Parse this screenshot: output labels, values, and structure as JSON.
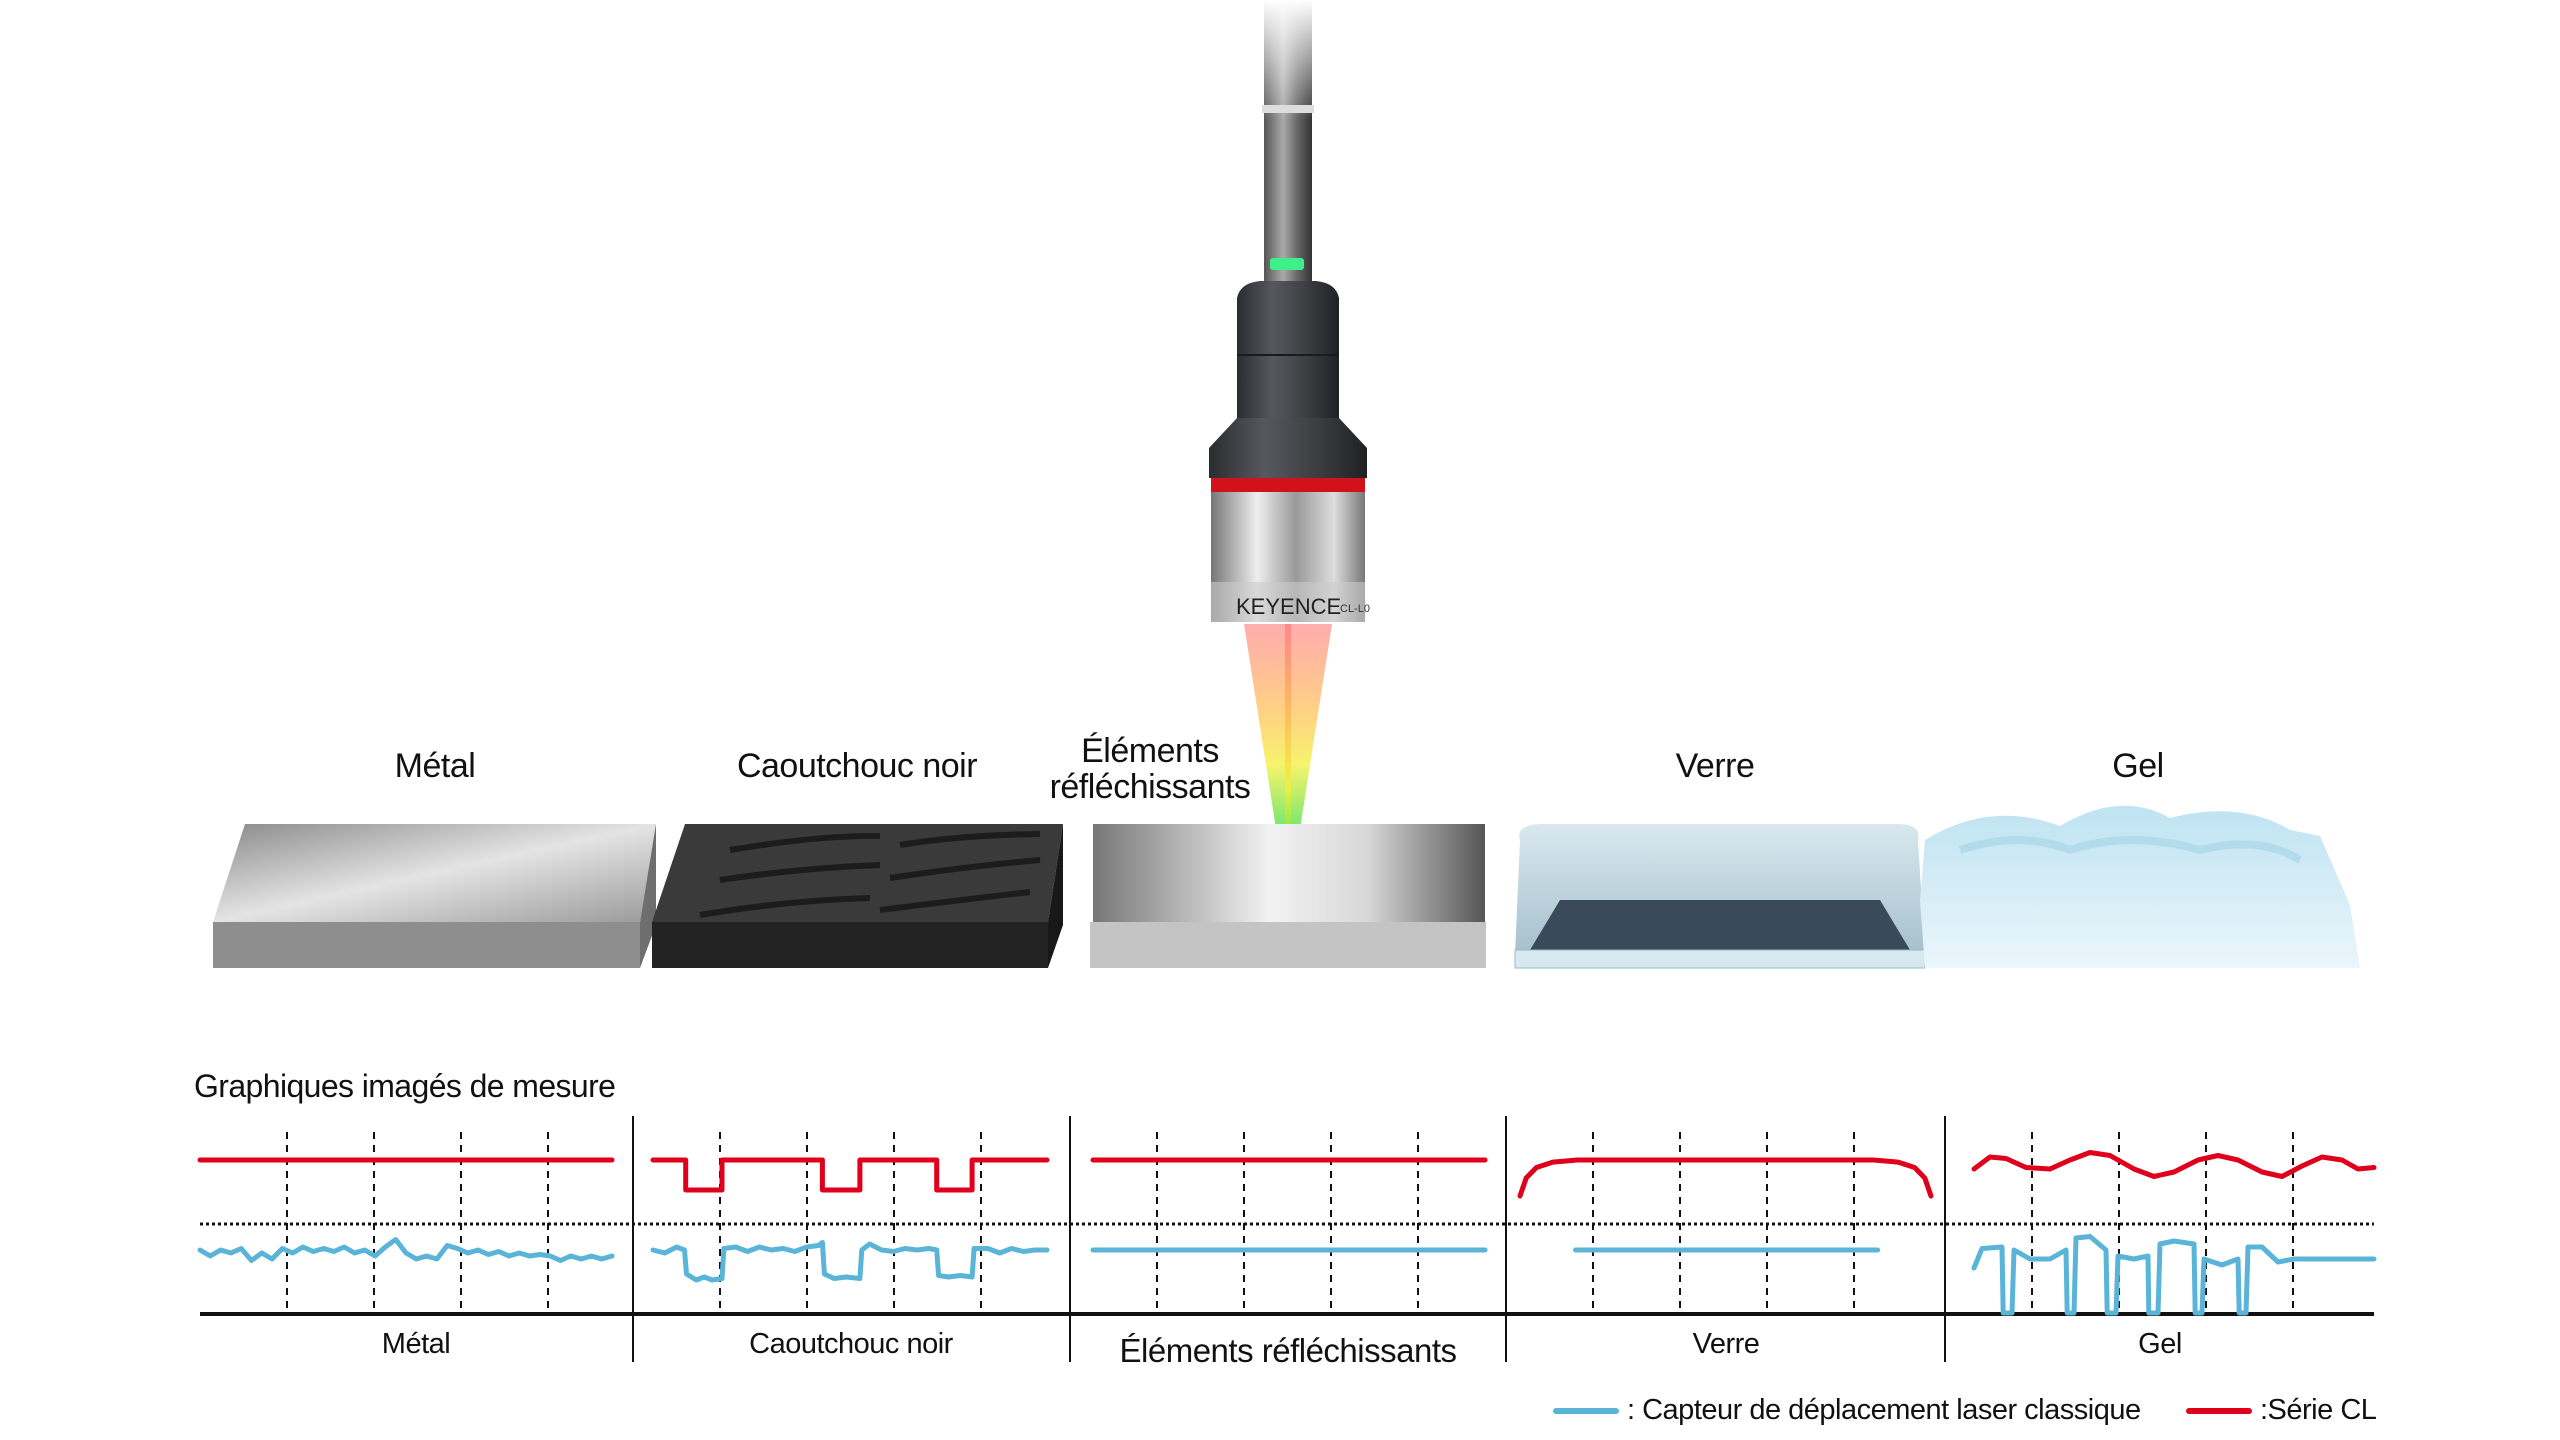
{
  "probe": {
    "brand": "KEYENCE",
    "model": "CL-L0"
  },
  "samples": [
    {
      "label": "Métal"
    },
    {
      "label": "Caoutchouc noir"
    },
    {
      "label_line1": "Éléments",
      "label_line2": "réfléchissants"
    },
    {
      "label": "Verre"
    },
    {
      "label": "Gel"
    }
  ],
  "colors": {
    "cl": "#e0001b",
    "classic": "#5ab4d8",
    "axis": "#111111"
  },
  "chart_data": {
    "type": "line",
    "title": "Graphiques imagés de mesure",
    "x_range": [
      0,
      100
    ],
    "legend_position": "bottom-right",
    "legend": [
      {
        "name": ": Capteur de déplacement laser classique",
        "series": "classic",
        "color": "#5ab4d8"
      },
      {
        "name": ":Série CL",
        "series": "cl",
        "color": "#e0001b"
      }
    ],
    "panels": [
      {
        "label": "Métal",
        "cl": [
          [
            0,
            0
          ],
          [
            100,
            0
          ]
        ],
        "classic": [
          [
            0,
            0
          ],
          [
            2.5,
            -0.2
          ],
          [
            5,
            0
          ],
          [
            7.5,
            -0.1
          ],
          [
            10,
            0.05
          ],
          [
            12.5,
            -0.35
          ],
          [
            15,
            -0.1
          ],
          [
            17.5,
            -0.3
          ],
          [
            20,
            0.05
          ],
          [
            22.5,
            -0.1
          ],
          [
            25,
            0.1
          ],
          [
            27.5,
            -0.05
          ],
          [
            30,
            0.05
          ],
          [
            32.5,
            -0.05
          ],
          [
            35,
            0.1
          ],
          [
            37.5,
            -0.1
          ],
          [
            40,
            0
          ],
          [
            42.5,
            -0.2
          ],
          [
            45,
            0.1
          ],
          [
            47.5,
            0.35
          ],
          [
            50,
            -0.1
          ],
          [
            52.5,
            -0.3
          ],
          [
            55,
            -0.2
          ],
          [
            57.5,
            -0.3
          ],
          [
            60,
            0.15
          ],
          [
            62.5,
            0.05
          ],
          [
            65,
            -0.1
          ],
          [
            67.5,
            0
          ],
          [
            70,
            -0.15
          ],
          [
            72.5,
            -0.05
          ],
          [
            75,
            -0.2
          ],
          [
            77.5,
            -0.1
          ],
          [
            80,
            -0.2
          ],
          [
            82.5,
            -0.15
          ],
          [
            85,
            -0.2
          ],
          [
            87.5,
            -0.35
          ],
          [
            90,
            -0.2
          ],
          [
            92.5,
            -0.3
          ],
          [
            95,
            -0.2
          ],
          [
            97.5,
            -0.3
          ],
          [
            100,
            -0.2
          ]
        ]
      },
      {
        "label": "Caoutchouc noir",
        "cl": [
          [
            0,
            0
          ],
          [
            8.3,
            0
          ],
          [
            8.3,
            -1
          ],
          [
            17.5,
            -1
          ],
          [
            17.5,
            0
          ],
          [
            43,
            0
          ],
          [
            43,
            -1
          ],
          [
            52.5,
            -1
          ],
          [
            52.5,
            0
          ],
          [
            72,
            0
          ],
          [
            72,
            -1
          ],
          [
            81,
            -1
          ],
          [
            81,
            0
          ],
          [
            100,
            0
          ]
        ],
        "classic": [
          [
            0,
            0
          ],
          [
            3,
            -0.1
          ],
          [
            6,
            0.1
          ],
          [
            8,
            0
          ],
          [
            8.5,
            -0.8
          ],
          [
            11,
            -1
          ],
          [
            13,
            -0.9
          ],
          [
            15,
            -1
          ],
          [
            17.5,
            -0.95
          ],
          [
            18,
            0.05
          ],
          [
            21,
            0.1
          ],
          [
            24,
            -0.05
          ],
          [
            27,
            0.1
          ],
          [
            30,
            0
          ],
          [
            33,
            0.05
          ],
          [
            36,
            -0.05
          ],
          [
            39,
            0.1
          ],
          [
            42,
            0.15
          ],
          [
            43,
            0.25
          ],
          [
            43.5,
            -0.8
          ],
          [
            46,
            -0.95
          ],
          [
            49,
            -0.9
          ],
          [
            52.5,
            -0.95
          ],
          [
            53,
            0
          ],
          [
            55,
            0.2
          ],
          [
            58,
            0
          ],
          [
            61,
            -0.05
          ],
          [
            64,
            0.05
          ],
          [
            67,
            0
          ],
          [
            70,
            0.05
          ],
          [
            72,
            0
          ],
          [
            72.5,
            -0.85
          ],
          [
            75,
            -0.9
          ],
          [
            78,
            -0.85
          ],
          [
            81,
            -0.9
          ],
          [
            81.5,
            0.05
          ],
          [
            85,
            0.05
          ],
          [
            88,
            -0.1
          ],
          [
            91,
            0.05
          ],
          [
            94,
            -0.05
          ],
          [
            97,
            0
          ],
          [
            100,
            0
          ]
        ]
      },
      {
        "label": "Éléments réfléchissants",
        "cl": [
          [
            0,
            0
          ],
          [
            100,
            0
          ]
        ],
        "classic": [
          [
            0,
            0
          ],
          [
            100,
            0
          ]
        ]
      },
      {
        "label": "Verre",
        "cl": [
          [
            0,
            -1.2
          ],
          [
            1.5,
            -0.6
          ],
          [
            4,
            -0.25
          ],
          [
            8,
            -0.07
          ],
          [
            14,
            0
          ],
          [
            86,
            0
          ],
          [
            92,
            -0.07
          ],
          [
            96,
            -0.25
          ],
          [
            98.5,
            -0.6
          ],
          [
            100,
            -1.2
          ]
        ],
        "classic": [
          [
            13.5,
            0
          ],
          [
            87,
            0
          ]
        ]
      },
      {
        "label": "Gel",
        "cl": [
          [
            0,
            -0.3
          ],
          [
            4,
            0.1
          ],
          [
            8,
            0.05
          ],
          [
            13,
            -0.25
          ],
          [
            19,
            -0.3
          ],
          [
            24,
            0
          ],
          [
            29,
            0.25
          ],
          [
            34,
            0.15
          ],
          [
            40,
            -0.3
          ],
          [
            45,
            -0.55
          ],
          [
            50,
            -0.4
          ],
          [
            56,
            0
          ],
          [
            61,
            0.15
          ],
          [
            66,
            0
          ],
          [
            72,
            -0.4
          ],
          [
            77,
            -0.55
          ],
          [
            82,
            -0.2
          ],
          [
            87,
            0.1
          ],
          [
            92,
            0
          ],
          [
            96,
            -0.3
          ],
          [
            100,
            -0.25
          ]
        ],
        "classic": [
          [
            0,
            -0.6
          ],
          [
            2,
            0.05
          ],
          [
            7,
            0.1
          ],
          [
            7.3,
            -2.1
          ],
          [
            9.5,
            -2.1
          ],
          [
            10,
            0
          ],
          [
            14,
            -0.3
          ],
          [
            19,
            -0.3
          ],
          [
            23,
            0
          ],
          [
            23.3,
            -2.1
          ],
          [
            25,
            -2.1
          ],
          [
            25.5,
            0.4
          ],
          [
            29,
            0.45
          ],
          [
            33,
            0
          ],
          [
            33.3,
            -2.1
          ],
          [
            35.5,
            -2.1
          ],
          [
            36,
            -0.2
          ],
          [
            40,
            -0.3
          ],
          [
            43.5,
            -0.2
          ],
          [
            43.7,
            -2.1
          ],
          [
            46,
            -2.1
          ],
          [
            46.5,
            0.2
          ],
          [
            50,
            0.3
          ],
          [
            55,
            0.2
          ],
          [
            55.3,
            -2.1
          ],
          [
            57,
            -2.1
          ],
          [
            57.5,
            -0.3
          ],
          [
            62,
            -0.5
          ],
          [
            66,
            -0.3
          ],
          [
            66.3,
            -2.1
          ],
          [
            68,
            -2.1
          ],
          [
            68.5,
            0.1
          ],
          [
            72,
            0.1
          ],
          [
            76,
            -0.4
          ],
          [
            80,
            -0.3
          ],
          [
            100,
            -0.3
          ]
        ]
      }
    ]
  }
}
